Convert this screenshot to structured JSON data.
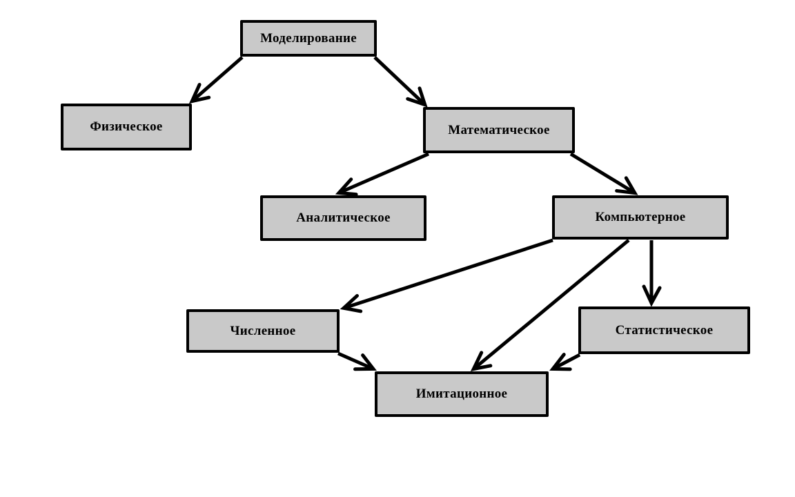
{
  "diagram": {
    "type": "flowchart",
    "language": "ru",
    "background_color": "#ffffff",
    "node_fill_color": "#c9c9c9",
    "node_border_color": "#000000",
    "edge_color": "#000000",
    "nodes": [
      {
        "id": "modelirovanie",
        "label": "Моделирование"
      },
      {
        "id": "fizicheskoe",
        "label": "Физическое"
      },
      {
        "id": "matematicheskoe",
        "label": "Математическое"
      },
      {
        "id": "analiticheskoe",
        "label": "Аналитическое"
      },
      {
        "id": "kompyuternoe",
        "label": "Компьютерное"
      },
      {
        "id": "chislennoe",
        "label": "Численное"
      },
      {
        "id": "statisticheskoe",
        "label": "Статистическое"
      },
      {
        "id": "imitacionnoe",
        "label": "Имитационное"
      }
    ],
    "edges": [
      {
        "from": "Моделирование",
        "to": "Физическое"
      },
      {
        "from": "Моделирование",
        "to": "Математическое"
      },
      {
        "from": "Математическое",
        "to": "Аналитическое"
      },
      {
        "from": "Математическое",
        "to": "Компьютерное"
      },
      {
        "from": "Компьютерное",
        "to": "Численное"
      },
      {
        "from": "Компьютерное",
        "to": "Имитационное"
      },
      {
        "from": "Компьютерное",
        "to": "Статистическое"
      },
      {
        "from": "Численное",
        "to": "Имитационное"
      },
      {
        "from": "Статистическое",
        "to": "Имитационное"
      }
    ]
  }
}
